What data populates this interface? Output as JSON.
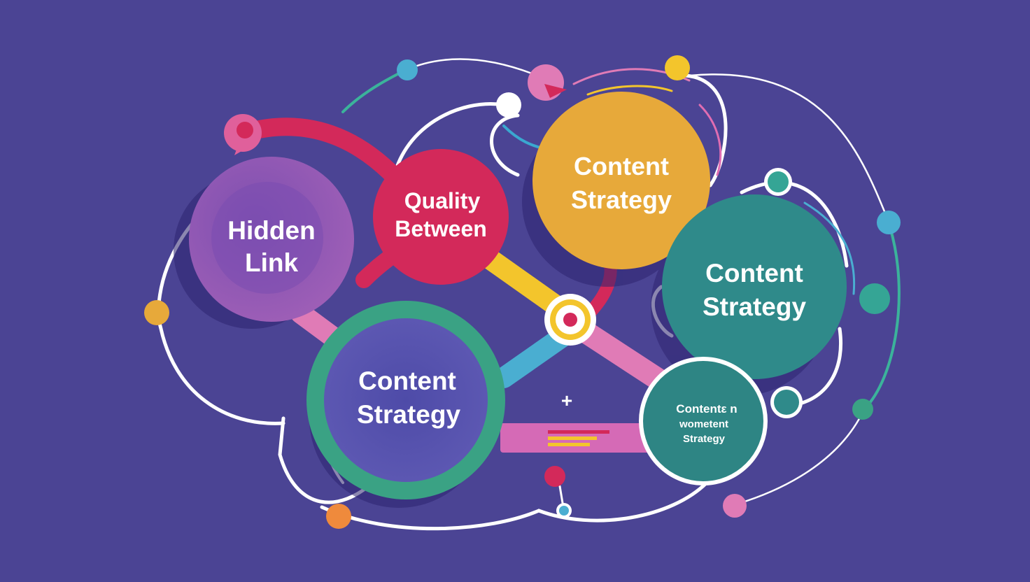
{
  "colors": {
    "background": "#4b4494",
    "line": "#ffffff",
    "hidden_link": "#8a53b0",
    "quality_between": "#d3295a",
    "content_strategy_gold": "#e7a93a",
    "content_strategy_teal": "#2f8a8a",
    "content_strategy_green": "#3aa284",
    "content_strategy_indigo": "#5a57ae",
    "content_strategy_small": "#2e8584",
    "accent_pink": "#e07bb6",
    "accent_yellow": "#f3c52c",
    "accent_blue": "#4aaed1",
    "accent_orange": "#ef8a3c"
  },
  "nodes": {
    "hidden_link": {
      "line1": "Hidden",
      "line2": "Link"
    },
    "quality_between": {
      "line1": "Quality",
      "line2": "Between"
    },
    "content_strategy_top": {
      "line1": "Content",
      "line2": "Strategy"
    },
    "content_strategy_right": {
      "line1": "Content",
      "line2": "Strategy"
    },
    "content_strategy_bottom": {
      "line1": "Content",
      "line2": "Strategy"
    },
    "content_strategy_small": {
      "line1": "Contentε n",
      "line2": "wometent",
      "line3": "Strategy"
    }
  },
  "decorations": {
    "plus_icon": "+",
    "dot_icons": [
      "teal-dot",
      "yellow-dot",
      "pink-dot",
      "orange-dot",
      "blue-dot",
      "green-dot",
      "red-dot",
      "white-dot"
    ],
    "pin_icons": [
      "pink-pin",
      "magenta-pin"
    ]
  }
}
